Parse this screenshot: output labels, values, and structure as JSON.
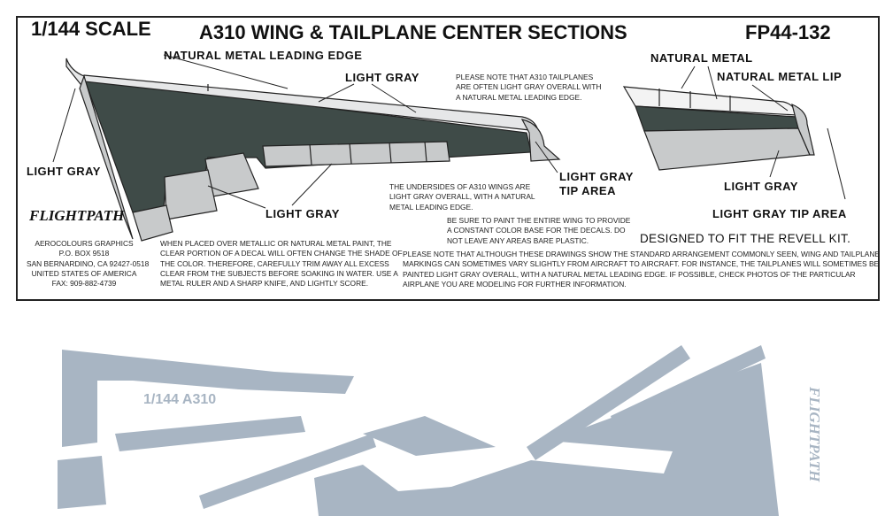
{
  "header": {
    "scale": "1/144 SCALE",
    "title": "A310 WING & TAILPLANE CENTER SECTIONS",
    "code": "FP44-132"
  },
  "labels": {
    "nm_leading_edge": "NATURAL METAL LEADING EDGE",
    "light_gray_top": "LIGHT GRAY",
    "light_gray_left": "LIGHT GRAY",
    "light_gray_bottom": "LIGHT GRAY",
    "light_gray_tip_1": "LIGHT GRAY",
    "light_gray_tip_2": "TIP AREA",
    "natural_metal": "NATURAL METAL",
    "natural_metal_lip": "NATURAL METAL LIP",
    "tail_light_gray": "LIGHT GRAY",
    "tail_tip_area": "LIGHT GRAY TIP AREA"
  },
  "notes": {
    "tailplanes": [
      "PLEASE NOTE THAT A310 TAILPLANES",
      "ARE OFTEN LIGHT GRAY OVERALL WITH",
      "A NATURAL METAL LEADING EDGE."
    ],
    "undersides": [
      "THE UNDERSIDES OF A310 WINGS ARE",
      "LIGHT GRAY OVERALL, WITH A NATURAL",
      "METAL LEADING EDGE."
    ],
    "paint": [
      "BE SURE TO PAINT THE ENTIRE WING TO PROVIDE",
      "A CONSTANT COLOR BASE FOR THE DECALS.  DO",
      "NOT LEAVE ANY AREAS BARE PLASTIC."
    ],
    "metallic": [
      "WHEN PLACED OVER METALLIC OR NATURAL METAL PAINT, THE",
      "CLEAR PORTION OF A DECAL WILL OFTEN CHANGE THE SHADE OF",
      "THE COLOR.  THEREFORE, CAREFULLY TRIM AWAY ALL EXCESS",
      "CLEAR FROM THE SUBJECTS BEFORE SOAKING IN WATER.  USE A",
      "METAL RULER AND A SHARP KNIFE, AND LIGHTLY SCORE."
    ],
    "variation": [
      "PLEASE NOTE THAT ALTHOUGH THESE DRAWINGS SHOW THE STANDARD ARRANGEMENT COMMONLY SEEN, WING AND TAILPLANE",
      "MARKINGS CAN SOMETIMES VARY SLIGHTLY FROM AIRCRAFT TO AIRCRAFT.  FOR INSTANCE, THE TAILPLANES WILL SOMETIMES BE",
      "PAINTED LIGHT GRAY OVERALL, WITH A NATURAL METAL LEADING EDGE.  IF POSSIBLE, CHECK PHOTOS OF THE PARTICULAR",
      "AIRPLANE YOU ARE MODELING FOR FURTHER INFORMATION."
    ],
    "revell": "DESIGNED TO FIT THE REVELL KIT."
  },
  "brand": "FLIGHTPATH",
  "address": [
    "AEROCOLOURS GRAPHICS",
    "P.O. BOX 9518",
    "SAN BERNARDINO, CA 92427-0518",
    "UNITED STATES OF AMERICA",
    "FAX: 909-882-4739"
  ],
  "decal_sheet": {
    "scale_label": "1/144 A310",
    "brand": "FLIGHTPATH"
  },
  "colors": {
    "dark": "#3f4b48",
    "light_gray": "#c8cacb",
    "decal_gray": "#a8b5c3"
  }
}
